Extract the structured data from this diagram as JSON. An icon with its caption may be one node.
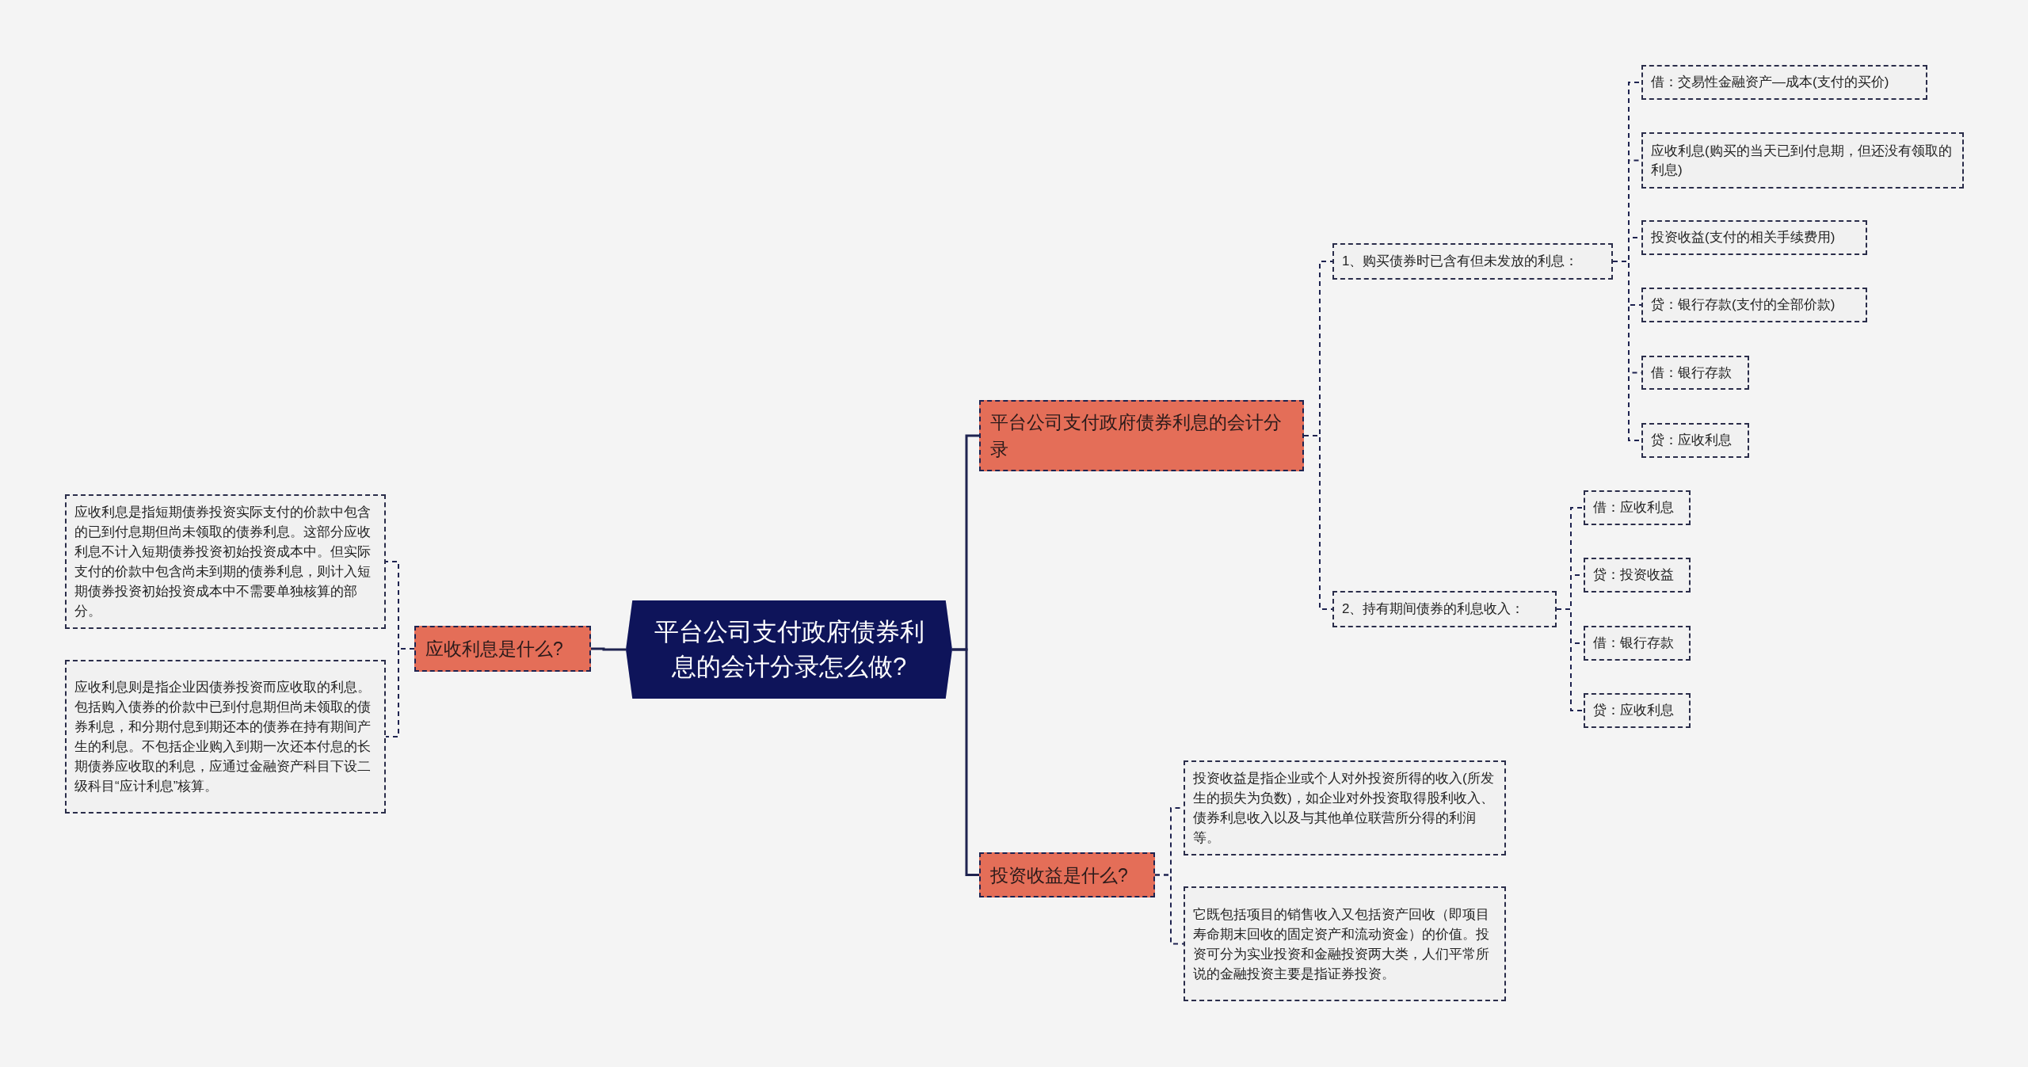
{
  "diagram": {
    "nodes": [
      {
        "text": [
          "平台公司支付政府债券利息的会计分录怎么做?"
        ]
      },
      {
        "text": [
          "应收利息是什么?"
        ]
      },
      {
        "text": [
          "应收利息是指短期债券投资实际支付的价款中包含的已到付息期但尚未领取的债券利息。这部分应收利息不计入短期债券投资初始投资成本中。但实际支付的价款中包含尚未到期的债券利息，则计入短期债券投资初始投资成本中不需要单独核算的部分。"
        ]
      },
      {
        "text": [
          "应收利息则是指企业因债券投资而应收取的利息。包括购入债券的价款中已到付息期但尚未领取的债券利息，和分期付息到期还本的债券在持有期间产生的利息。不包括企业购入到期一次还本付息的长期债券应收取的利息，应通过金融资产科目下设二级科目“应计利息”核算。"
        ]
      },
      {
        "text": [
          "平台公司支付政府债券利息的会计分录"
        ]
      },
      {
        "text": [
          "1、购买债券时已含有但未发放的利息："
        ]
      },
      {
        "text": [
          "借：交易性金融资产—成本(支付的买价)"
        ]
      },
      {
        "text": [
          "应收利息(购买的当天已到付息期，但还没有领取的利息)"
        ]
      },
      {
        "text": [
          "投资收益(支付的相关手续费用)"
        ]
      },
      {
        "text": [
          "贷：银行存款(支付的全部价款)"
        ]
      },
      {
        "text": [
          "借：银行存款"
        ]
      },
      {
        "text": [
          "贷：应收利息"
        ]
      },
      {
        "text": [
          "2、持有期间债券的利息收入："
        ]
      },
      {
        "text": [
          "借：应收利息"
        ]
      },
      {
        "text": [
          "贷：投资收益"
        ]
      },
      {
        "text": [
          "借：银行存款"
        ]
      },
      {
        "text": [
          "贷：应收利息"
        ]
      },
      {
        "text": [
          "投资收益是什么?"
        ]
      },
      {
        "text": [
          "投资收益是指企业或个人对外投资所得的收入(所发生的损失为负数)，如企业对外投资取得股利收入、债券利息收入以及与其他单位联营所分得的利润等。"
        ]
      },
      {
        "text": [
          "它既包括项目的销售收入又包括资产回收（即项目寿命期末回收的固定资产和流动资金）的价值。投资可分为实业投资和金融投资两大类，人们平常所说的金融投资主要是指证券投资。"
        ]
      }
    ],
    "edges": [
      {
        "from": 0,
        "to": 1,
        "arrow": "none"
      },
      {
        "from": 0,
        "to": 4,
        "arrow": "none"
      },
      {
        "from": 0,
        "to": 17,
        "arrow": "none"
      },
      {
        "from": 1,
        "to": 2,
        "arrow": "none",
        "style": "dashed"
      },
      {
        "from": 1,
        "to": 3,
        "arrow": "none",
        "style": "dashed"
      },
      {
        "from": 4,
        "to": 5,
        "arrow": "none",
        "style": "dashed"
      },
      {
        "from": 4,
        "to": 12,
        "arrow": "none",
        "style": "dashed"
      },
      {
        "from": 5,
        "to": 6,
        "arrow": "none",
        "style": "dashed"
      },
      {
        "from": 5,
        "to": 7,
        "arrow": "none",
        "style": "dashed"
      },
      {
        "from": 5,
        "to": 8,
        "arrow": "none",
        "style": "dashed"
      },
      {
        "from": 5,
        "to": 9,
        "arrow": "none",
        "style": "dashed"
      },
      {
        "from": 5,
        "to": 10,
        "arrow": "none",
        "style": "dashed"
      },
      {
        "from": 5,
        "to": 11,
        "arrow": "none",
        "style": "dashed"
      },
      {
        "from": 12,
        "to": 13,
        "arrow": "none",
        "style": "dashed"
      },
      {
        "from": 12,
        "to": 14,
        "arrow": "none",
        "style": "dashed"
      },
      {
        "from": 12,
        "to": 15,
        "arrow": "none",
        "style": "dashed"
      },
      {
        "from": 12,
        "to": 16,
        "arrow": "none",
        "style": "dashed"
      },
      {
        "from": 17,
        "to": 18,
        "arrow": "none",
        "style": "dashed"
      },
      {
        "from": 17,
        "to": 19,
        "arrow": "none",
        "style": "dashed"
      }
    ]
  }
}
